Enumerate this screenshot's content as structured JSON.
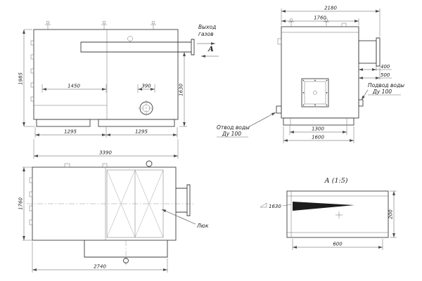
{
  "side_view": {
    "dim_height_overall": "1985",
    "dim_height_outlet": "1630",
    "dim_1450": "1450",
    "dim_390": "390",
    "dim_1295_left": "1295",
    "dim_1295_right": "1295",
    "dim_length_overall": "3390",
    "label_gas_outlet_1": "Выход",
    "label_gas_outlet_2": "газов",
    "label_section": "А"
  },
  "front_view": {
    "dim_2180": "2180",
    "dim_1760": "1760",
    "dim_400": "400",
    "dim_500": "500",
    "dim_1300": "1300",
    "dim_1600": "1600",
    "label_supply_1": "Подвод воды",
    "label_supply_2": "Ду 100",
    "label_return_1": "Отвод воды",
    "label_return_2": "Ду 100"
  },
  "plan_view": {
    "dim_1760": "1760",
    "dim_2740": "2740",
    "label_hatch": "Люк"
  },
  "detail_view": {
    "title": "А (1:5)",
    "dim_slope": "1630",
    "dim_600": "600",
    "dim_200": "200"
  }
}
